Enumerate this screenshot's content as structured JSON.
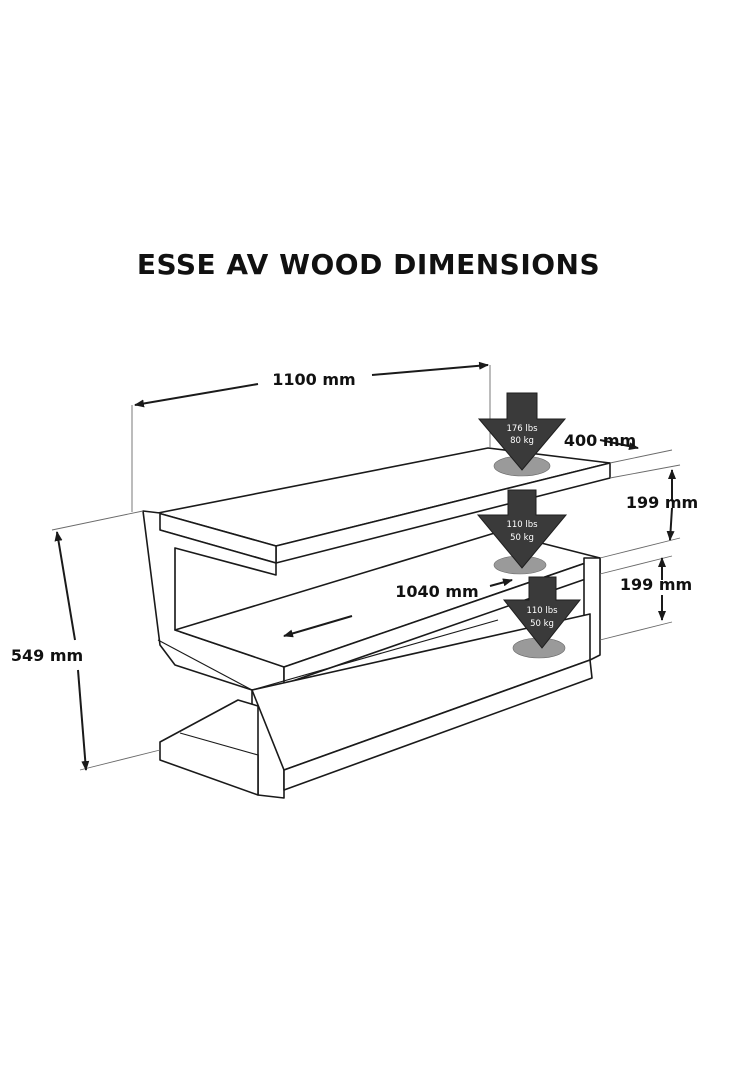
{
  "title": "ESSE AV WOOD DIMENSIONS",
  "dimensions": {
    "width": "1100 mm",
    "depth": "400 mm",
    "height": "549 mm",
    "shelf_gap_top": "199 mm",
    "shelf_gap_bottom": "199 mm",
    "inner_width": "1040 mm"
  },
  "loads": [
    {
      "lbs": "176 lbs",
      "kg": "80 kg"
    },
    {
      "lbs": "110 lbs",
      "kg": "50 kg"
    },
    {
      "lbs": "110 lbs",
      "kg": "50 kg"
    }
  ],
  "colors": {
    "line": "#1a1a1a",
    "arrow": "#3a3a3a",
    "pad": "#9a9a9a"
  }
}
